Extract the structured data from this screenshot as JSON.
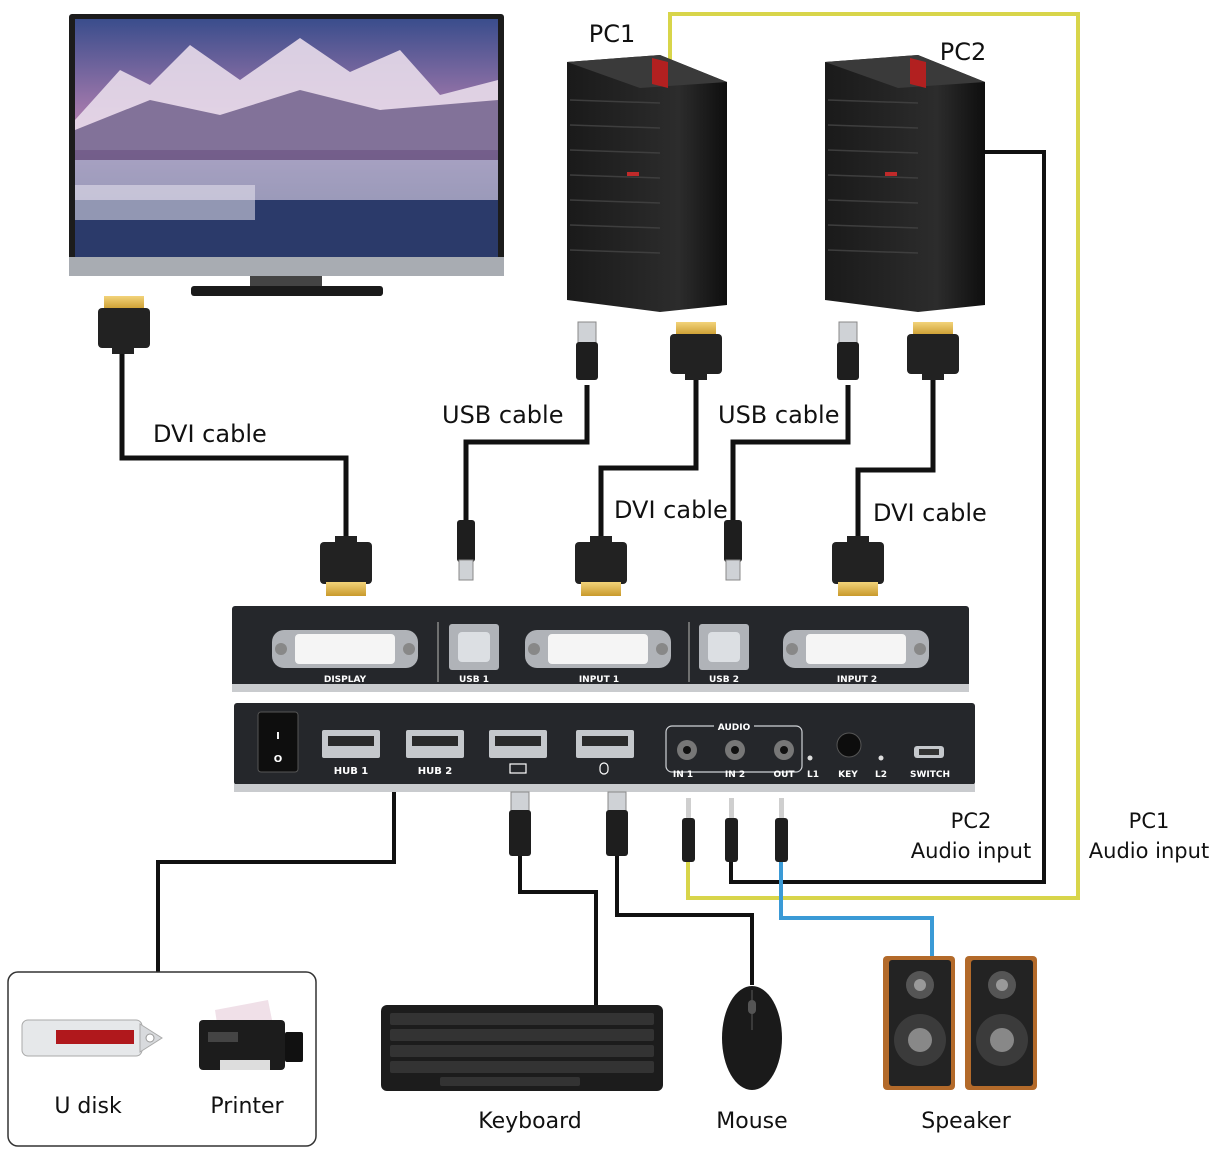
{
  "devices": {
    "pc1": "PC1",
    "pc2": "PC2",
    "usb_disk": "U disk",
    "printer": "Printer",
    "keyboard": "Keyboard",
    "mouse": "Mouse",
    "speaker": "Speaker"
  },
  "cables": {
    "dvi_display": "DVI cable",
    "usb_pc1": "USB cable",
    "dvi_pc1": "DVI cable",
    "usb_pc2": "USB cable",
    "dvi_pc2": "DVI cable"
  },
  "audio": {
    "pc2_line1": "PC2",
    "pc2_line2": "Audio input",
    "pc1_line1": "PC1",
    "pc1_line2": "Audio input"
  },
  "kvm_rear_ports": {
    "display": "DISPLAY",
    "usb1": "USB 1",
    "input1": "INPUT 1",
    "usb2": "USB 2",
    "input2": "INPUT 2"
  },
  "kvm_front_ports": {
    "power_on": "I",
    "power_off": "O",
    "hub1": "HUB 1",
    "hub2": "HUB 2",
    "audio": "AUDIO",
    "in1": "IN 1",
    "in2": "IN 2",
    "out": "OUT",
    "l1": "L1",
    "key": "KEY",
    "l2": "L2",
    "switch": "SWITCH"
  },
  "colors": {
    "pc1_audio_wire": "#d8d54a",
    "speaker_wire": "#3a9ad6",
    "cable": "#111111",
    "kvm_body": "#25272b",
    "speaker_wood": "#b36a2a"
  }
}
